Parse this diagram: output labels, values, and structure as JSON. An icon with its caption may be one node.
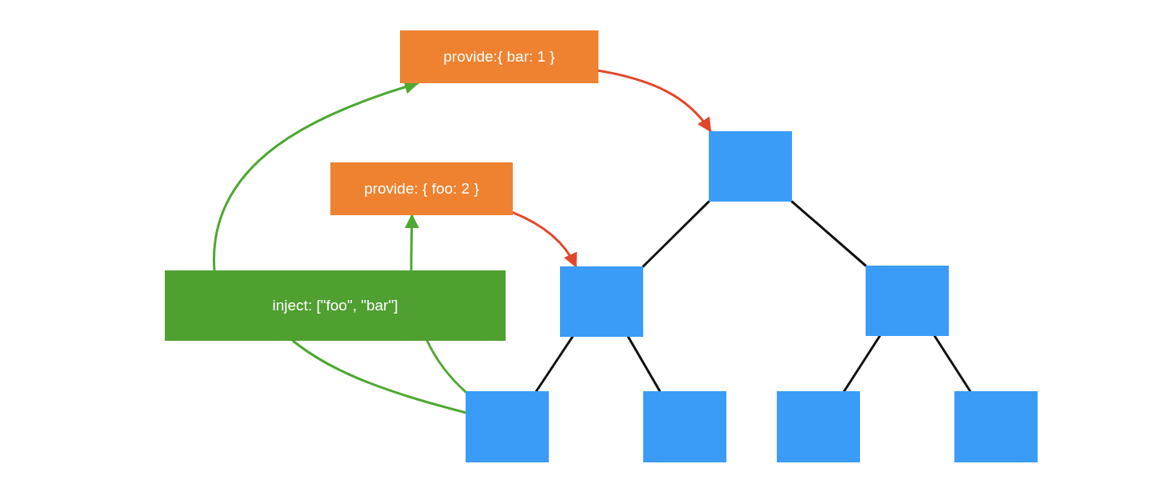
{
  "diagram": {
    "nodes": [
      {
        "text": [
          "provide:{ bar: 1 }"
        ]
      },
      {
        "text": [
          "provide: { foo: 2 }"
        ]
      },
      {
        "text": [
          "inject: [\"foo\", \"bar\"]"
        ]
      },
      {
        "text": [],
        "shape": "box"
      },
      {
        "text": [],
        "shape": "box"
      },
      {
        "text": [],
        "shape": "box"
      },
      {
        "text": [],
        "shape": "box"
      },
      {
        "text": [],
        "shape": "box"
      },
      {
        "text": [],
        "shape": "box"
      },
      {
        "text": [],
        "shape": "box"
      }
    ],
    "edges": [
      {
        "from": 2,
        "to": 0,
        "arrow": "to",
        "color": "#4ea832"
      },
      {
        "from": 2,
        "to": 1,
        "arrow": "to",
        "color": "#4ea832"
      },
      {
        "from": 0,
        "to": 3,
        "arrow": "to",
        "color": "#e2472c"
      },
      {
        "from": 1,
        "to": 4,
        "arrow": "to",
        "color": "#e2472c"
      },
      {
        "from": 6,
        "to": 2,
        "arrow": "none",
        "color": "#4ea832"
      },
      {
        "from": 6,
        "to": 2,
        "arrow": "none",
        "color": "#4ea832"
      },
      {
        "from": 3,
        "to": 4,
        "arrow": "none"
      },
      {
        "from": 3,
        "to": 5,
        "arrow": "none"
      },
      {
        "from": 4,
        "to": 6,
        "arrow": "none"
      },
      {
        "from": 4,
        "to": 7,
        "arrow": "none"
      },
      {
        "from": 5,
        "to": 8,
        "arrow": "none"
      },
      {
        "from": 5,
        "to": 9,
        "arrow": "none"
      }
    ]
  }
}
